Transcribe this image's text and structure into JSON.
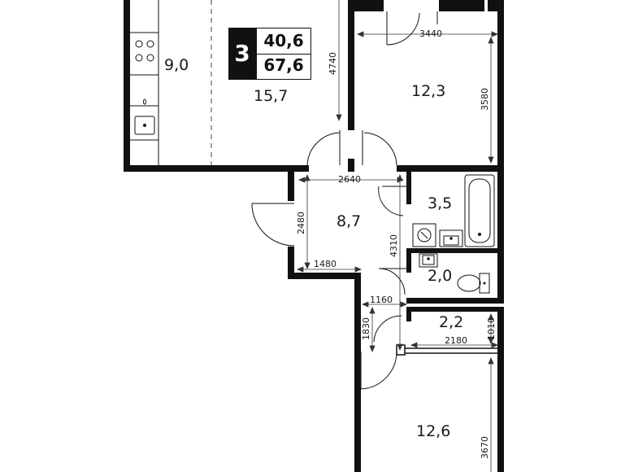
{
  "apartment": {
    "rooms_count": "3",
    "living_area": "40,6",
    "total_area": "67,6"
  },
  "rooms": {
    "kitchen": "9,0",
    "living": "15,7",
    "bedroom_top": "12,3",
    "hall": "8,7",
    "bathroom": "3,5",
    "toilet": "2,0",
    "closet": "2,2",
    "bedroom_bottom": "12,6"
  },
  "dimensions": {
    "bedroom_top_width": "3440",
    "bedroom_top_height": "3580",
    "living_height": "4740",
    "hall_width": "2640",
    "hall_height_left": "2480",
    "hall_niche_width": "1480",
    "hall_height_right": "4310",
    "corridor_width": "1160",
    "corridor_height": "1830",
    "closet_width": "2180",
    "closet_height": "1010",
    "bedroom_bottom_height": "3670"
  }
}
